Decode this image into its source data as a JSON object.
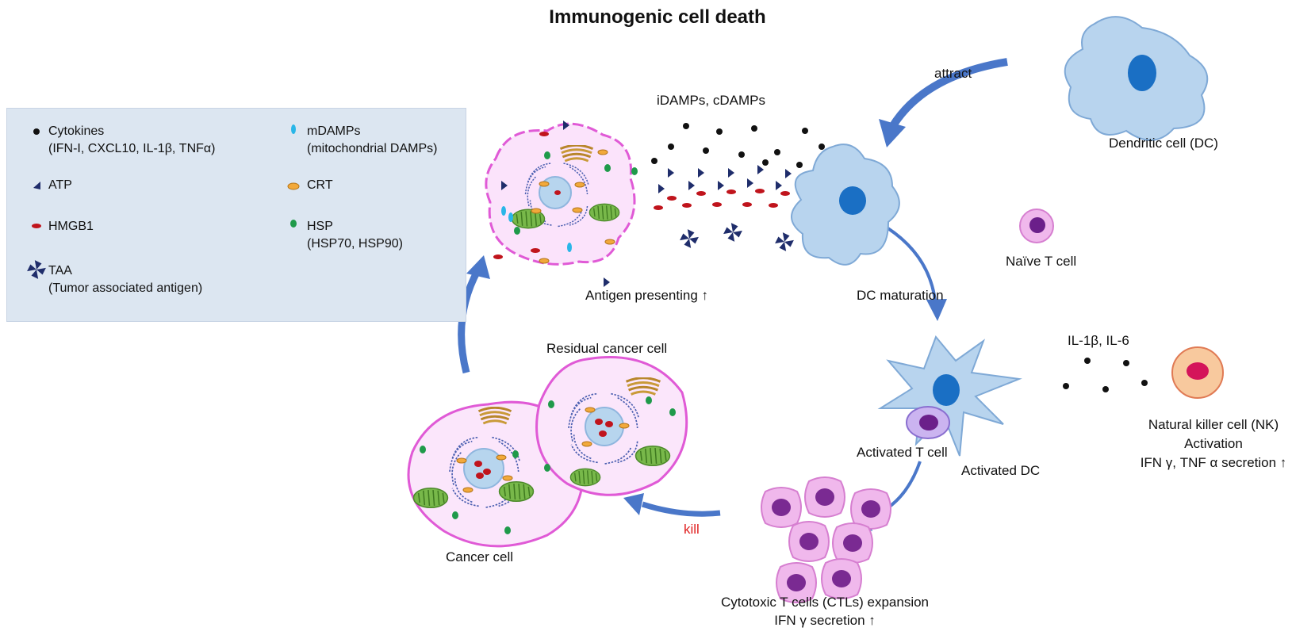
{
  "title": "Immunogenic cell death",
  "legend": {
    "cytokines": {
      "name": "Cytokines",
      "detail": "(IFN-I,  CXCL10,  IL-1β,  TNFα)",
      "icon": "black-dot-icon",
      "color": "#111111"
    },
    "mdamps": {
      "name": "mDAMPs",
      "detail": "(mitochondrial DAMPs)",
      "icon": "cyan-oval-icon",
      "color": "#29b6e8"
    },
    "atp": {
      "name": "ATP",
      "icon": "navy-triangle-icon",
      "color": "#1f2d6b"
    },
    "crt": {
      "name": "CRT",
      "icon": "orange-oval-icon",
      "color": "#f2a93b"
    },
    "hmgb1": {
      "name": "HMGB1",
      "icon": "red-oval-icon",
      "color": "#c0141c"
    },
    "hsp": {
      "name": "HSP",
      "detail": "(HSP70,  HSP90)",
      "icon": "green-oval-icon",
      "color": "#1f9a4a"
    },
    "taa": {
      "name": "TAA",
      "detail": "(Tumor  associated antigen)",
      "icon": "pinwheel-icon",
      "color": "#1f2d6b"
    }
  },
  "labels": {
    "damps": "iDAMPs, cDAMPs",
    "attract": "attract",
    "dendritic_cell": "Dendritic cell (DC)",
    "naive_t_cell": "Naïve  T cell",
    "antigen_presenting": "Antigen  presenting ↑",
    "dc_maturation": "DC maturation",
    "il_cytokines": "IL-1β, IL-6",
    "residual_cancer_cell": "Residual cancer cell",
    "activated_t_cell": "Activated T cell",
    "activated_dc": "Activated DC",
    "nk_cell": "Natural killer cell (NK)",
    "nk_activation": "Activation",
    "nk_secretion": "IFN γ, TNF α secretion ↑",
    "cancer_cell": "Cancer cell",
    "kill": "kill",
    "ctl_expansion": "Cytotoxic T cells (CTLs) expansion",
    "ctl_secretion": "IFN γ secretion ↑"
  },
  "colors": {
    "arrow": "#4a77c9",
    "dc_fill": "#b8d4ee",
    "dc_nucleus": "#1a6fc4",
    "cancer_membrane": "#e05ad6",
    "cancer_fill": "#fbe6fb",
    "t_cell_fill": "#e6a0e6",
    "t_cell_nucleus": "#6b1f8a",
    "nk_fill": "#f5c79a",
    "nk_nucleus": "#d4145a",
    "kill_text": "#e02020"
  }
}
